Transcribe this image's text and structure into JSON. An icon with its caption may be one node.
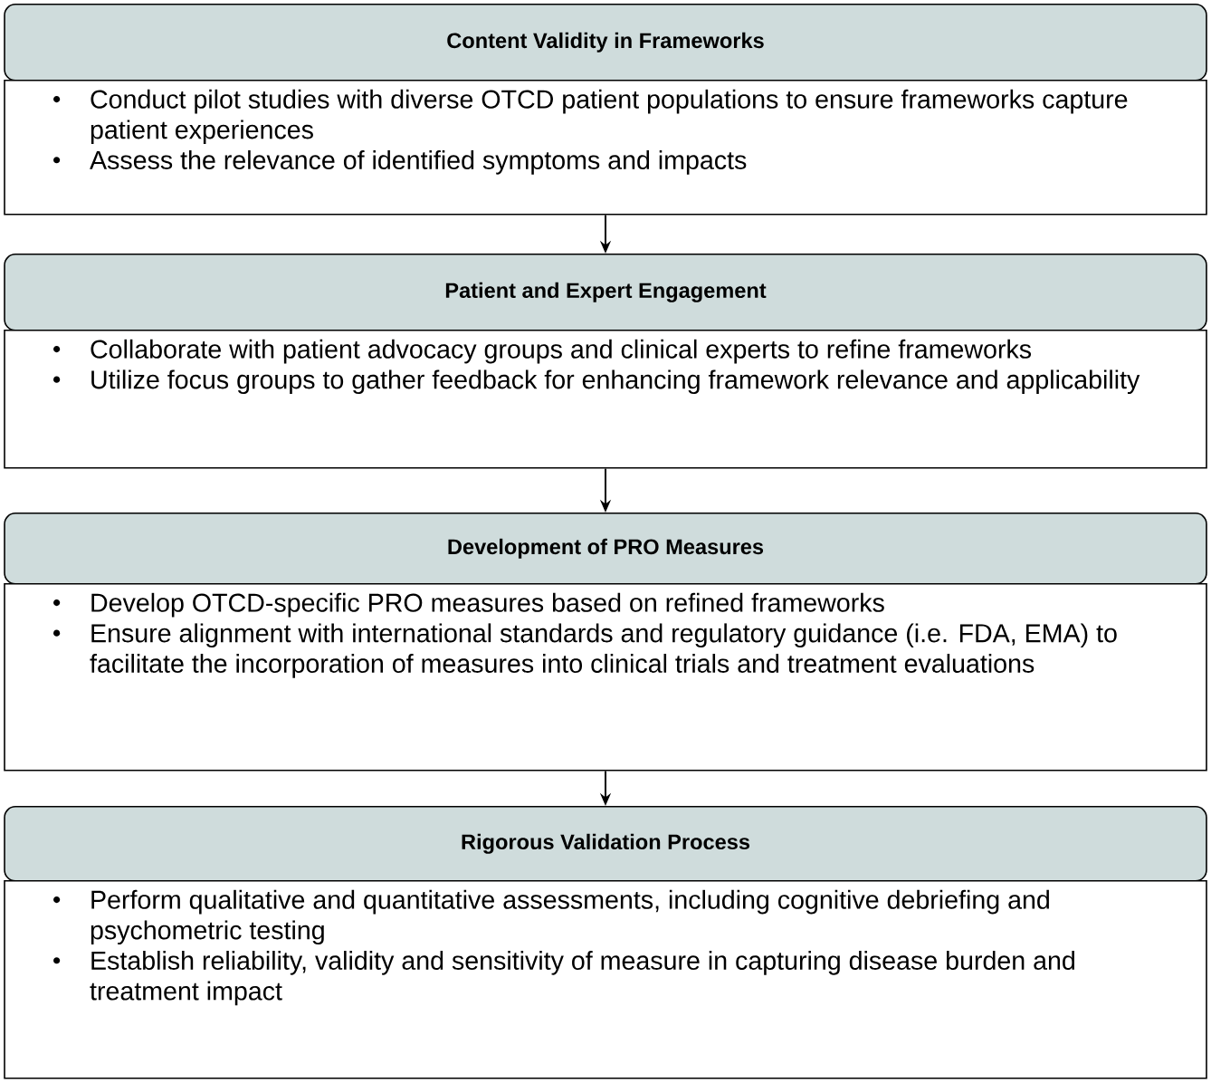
{
  "diagram": {
    "nodes": [
      {
        "text": [
          "Content Validity in Frameworks"
        ]
      },
      {
        "text": [
          "Conduct pilot studies with diverse OTCD patient populations to ensure frameworks capture patient experiences",
          "Assess the relevance of identified symptoms and impacts"
        ]
      },
      {
        "text": [
          "Patient and Expert Engagement"
        ]
      },
      {
        "text": [
          "Collaborate with patient advocacy groups and clinical experts to refine frameworks",
          "Utilize focus groups to gather feedback for enhancing framework relevance and applicability"
        ]
      },
      {
        "text": [
          "Development of PRO Measures"
        ]
      },
      {
        "text": [
          "Develop OTCD-specific PRO measures based on refined frameworks",
          "Ensure alignment with international standards and regulatory guidance (i.e. FDA, EMA) to facilitate the incorporation of measures into clinical trials and treatment evaluations"
        ]
      },
      {
        "text": [
          "Rigorous Validation Process"
        ]
      },
      {
        "text": [
          "Perform qualitative and quantitative assessments, including cognitive debriefing and psychometric testing",
          "Establish reliability, validity and sensitivity of measure in capturing disease burden and treatment impact"
        ]
      }
    ],
    "edges": [
      {
        "from": 1,
        "to": 2,
        "arrow": "to"
      },
      {
        "from": 3,
        "to": 4,
        "arrow": "to"
      },
      {
        "from": 5,
        "to": 6,
        "arrow": "to"
      }
    ]
  }
}
